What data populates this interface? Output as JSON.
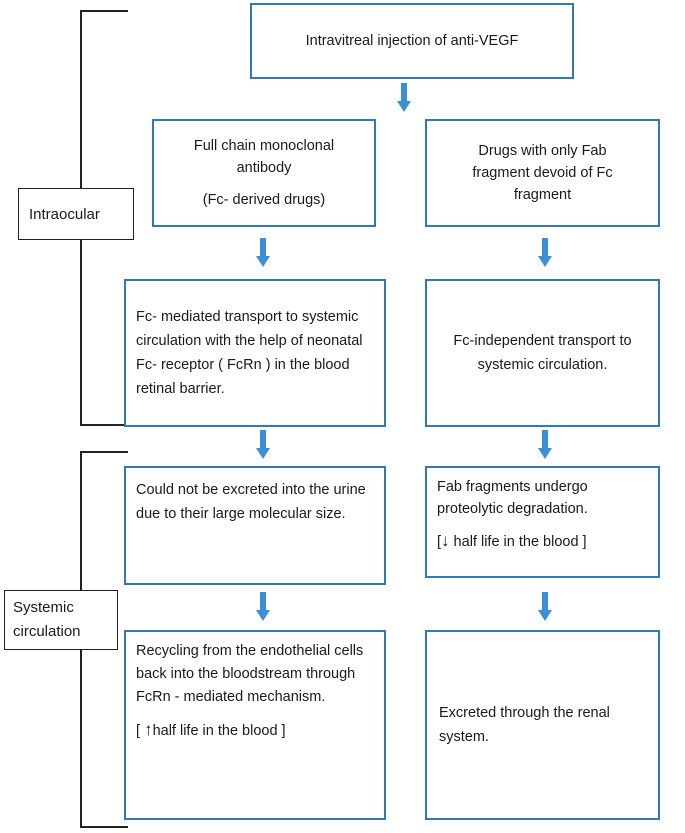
{
  "boxes": {
    "top": "Intravitreal injection of anti-VEGF",
    "left1": {
      "line1": "Full chain monoclonal antibody",
      "line2": "(Fc- derived drugs)"
    },
    "right1": "Drugs with only Fab fragment devoid of Fc fragment",
    "left2": "Fc- mediated transport to systemic circulation with the help of neonatal Fc- receptor ( FcRn ) in the blood retinal barrier.",
    "right2": "Fc-independent transport to systemic circulation.",
    "left3": "Could not be excreted into the urine due to their large molecular size.",
    "right3": {
      "line1": "Fab fragments undergo proteolytic degradation.",
      "prefix": "[",
      "arrow": "↓",
      "suffix": " half life in the blood ]"
    },
    "left4": {
      "line1": "Recycling from the endothelial cells back into the bloodstream through FcRn - mediated mechanism.",
      "prefix": "[ ",
      "arrow": "↑",
      "suffix": "half life in the blood ]"
    },
    "right4": "Excreted through the renal system."
  },
  "labels": {
    "intraocular": "Intraocular",
    "systemic": "Systemic circulation"
  },
  "colors": {
    "box_border": "#2f79b5",
    "arrow": "#3a8fd8"
  }
}
